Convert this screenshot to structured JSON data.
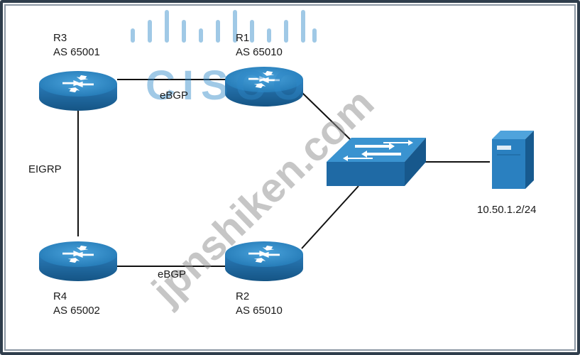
{
  "routers": {
    "r3": {
      "name": "R3",
      "as": "AS 65001"
    },
    "r1": {
      "name": "R1",
      "as": "AS 65010"
    },
    "r4": {
      "name": "R4",
      "as": "AS 65002"
    },
    "r2": {
      "name": "R2",
      "as": "AS 65010"
    }
  },
  "links": {
    "r3_r1": "eBGP",
    "r3_r4": "EIGRP",
    "r4_r2": "eBGP"
  },
  "server": {
    "ip": "10.50.1.2/24"
  },
  "watermarks": {
    "logo": "CISCO",
    "site": "jpnshiken.com"
  },
  "colors": {
    "device_top": "#2f8bc9",
    "device_side": "#1a5f96",
    "line": "#111111"
  }
}
